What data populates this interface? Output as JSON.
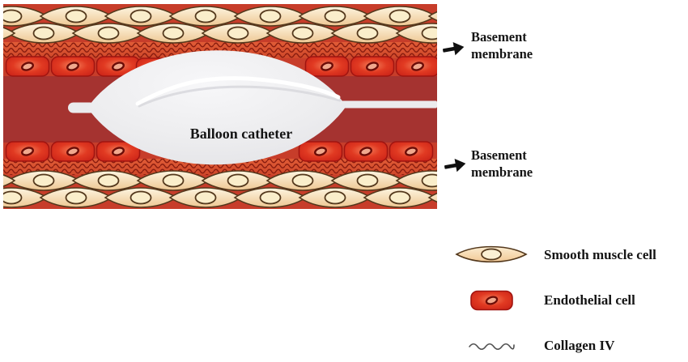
{
  "figure": {
    "balloon_label": "Balloon catheter",
    "annotations": {
      "basement_membrane_top": "Basement membrane",
      "basement_membrane_bottom": "Basement membrane"
    },
    "legend": {
      "items": [
        {
          "icon": "smooth-muscle-cell-icon",
          "label": "Smooth muscle cell"
        },
        {
          "icon": "endothelial-cell-icon",
          "label": "Endothelial cell"
        },
        {
          "icon": "collagen-iv-icon",
          "label": "Collagen IV"
        }
      ]
    },
    "colors": {
      "wall_red": "#c73d2a",
      "lumen_red": "#a53330",
      "collagen_band": "#d8522e",
      "collagen_line": "#8a1d10",
      "endothelial_red": "#d6251c",
      "smooth_muscle_cream": "#f6e3bd",
      "balloon_gray": "#ececee",
      "text_black": "#141414"
    }
  }
}
